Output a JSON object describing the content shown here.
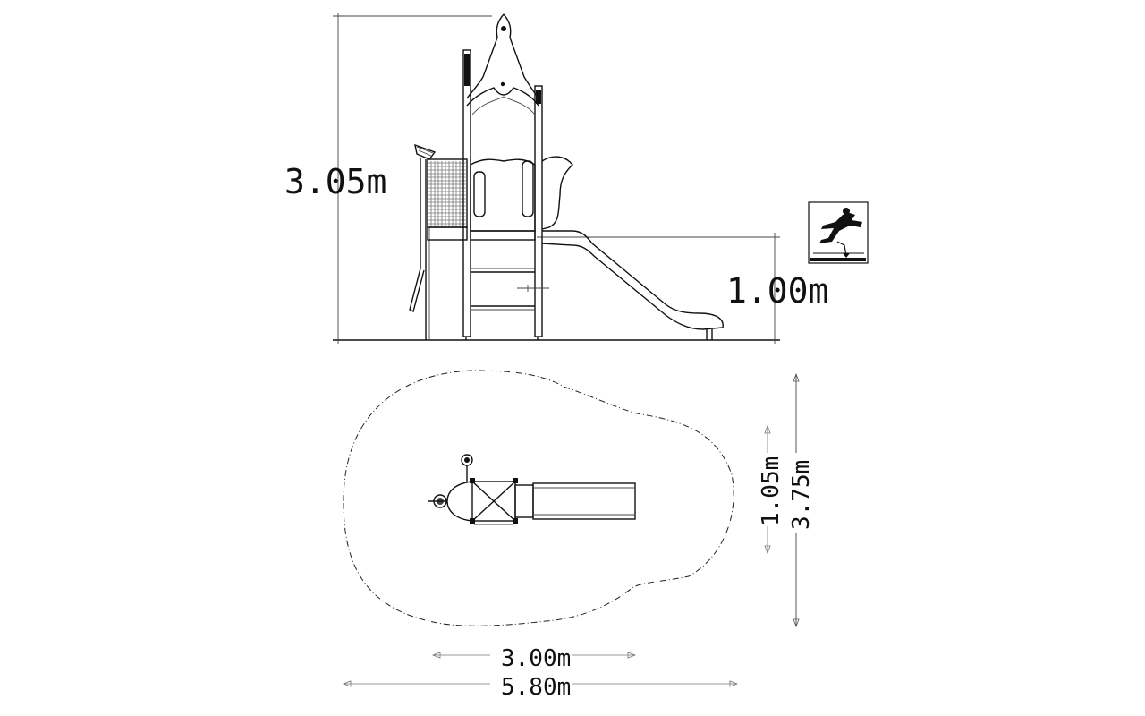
{
  "dimensions": {
    "total_height": "3.05m",
    "platform_height": "1.00m",
    "width_inner": "3.00m",
    "width_total": "5.80m",
    "depth_inner": "1.05m",
    "depth_total": "3.75m"
  },
  "icons": {
    "fall_height": "free-fall-height-icon"
  },
  "colors": {
    "line": "#111111",
    "background": "#ffffff"
  }
}
